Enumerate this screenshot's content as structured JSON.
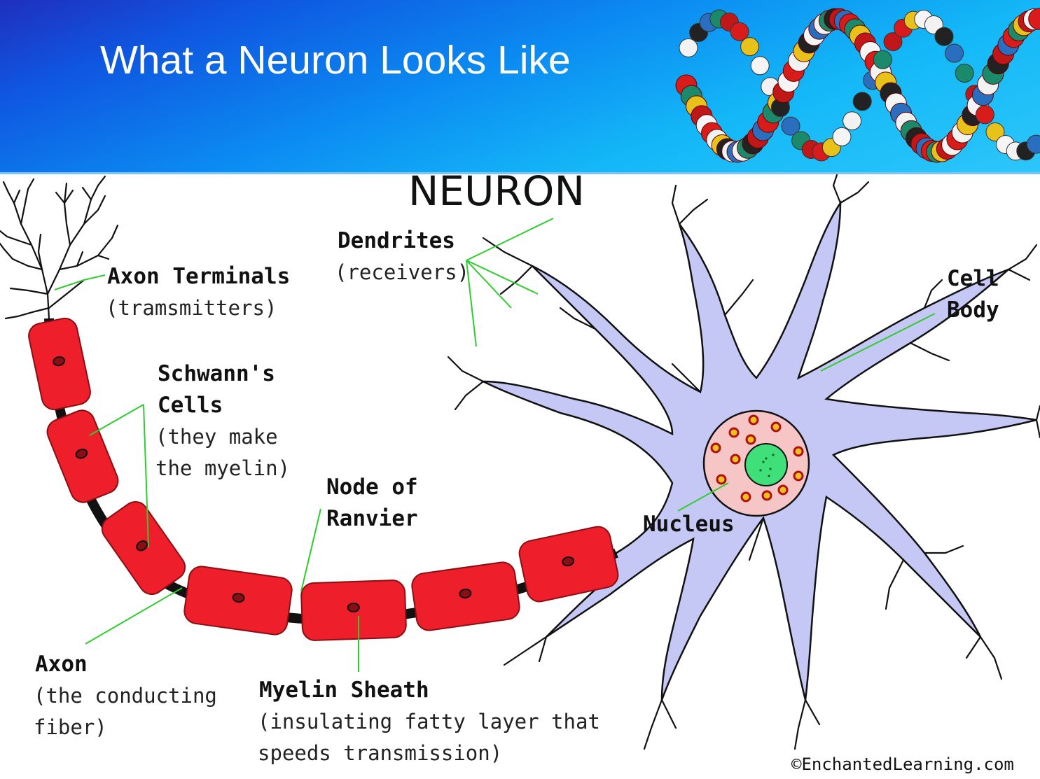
{
  "slide": {
    "title": "What a Neuron Looks Like"
  },
  "diagram": {
    "title": "NEURON",
    "labels": {
      "dendrites_title": "Dendrites",
      "dendrites_sub": "(receivers)",
      "axon_terminals_title": "Axon Terminals",
      "axon_terminals_sub": "(tramsmitters)",
      "schwann_title_1": "Schwann's",
      "schwann_title_2": "Cells",
      "schwann_sub_1": "(they make",
      "schwann_sub_2": "the myelin)",
      "node_title_1": "Node of",
      "node_title_2": "Ranvier",
      "cell_body_1": "Cell",
      "cell_body_2": "Body",
      "nucleus": "Nucleus",
      "axon_title": "Axon",
      "axon_sub_1": "(the conducting",
      "axon_sub_2": "fiber)",
      "myelin_title": "Myelin Sheath",
      "myelin_sub_1": "(insulating fatty layer that",
      "myelin_sub_2": "speeds transmission)"
    },
    "credit": "©EnchantedLearning.com"
  },
  "colors": {
    "myelin": "#ee1e2a",
    "cell_body": "#c5c7f5",
    "nucleus_outer": "#f6c6c6",
    "nucleolus": "#3fe07a",
    "pointer_lines": "#2ecc2e"
  }
}
